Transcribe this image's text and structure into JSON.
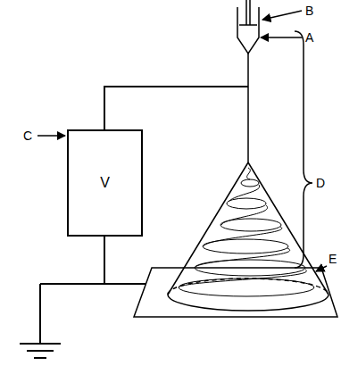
{
  "diagram": {
    "nodes": [
      {
        "text": [
          "V"
        ]
      }
    ],
    "edges": [],
    "labels": [
      "B",
      "A",
      "C",
      "D",
      "E"
    ]
  }
}
